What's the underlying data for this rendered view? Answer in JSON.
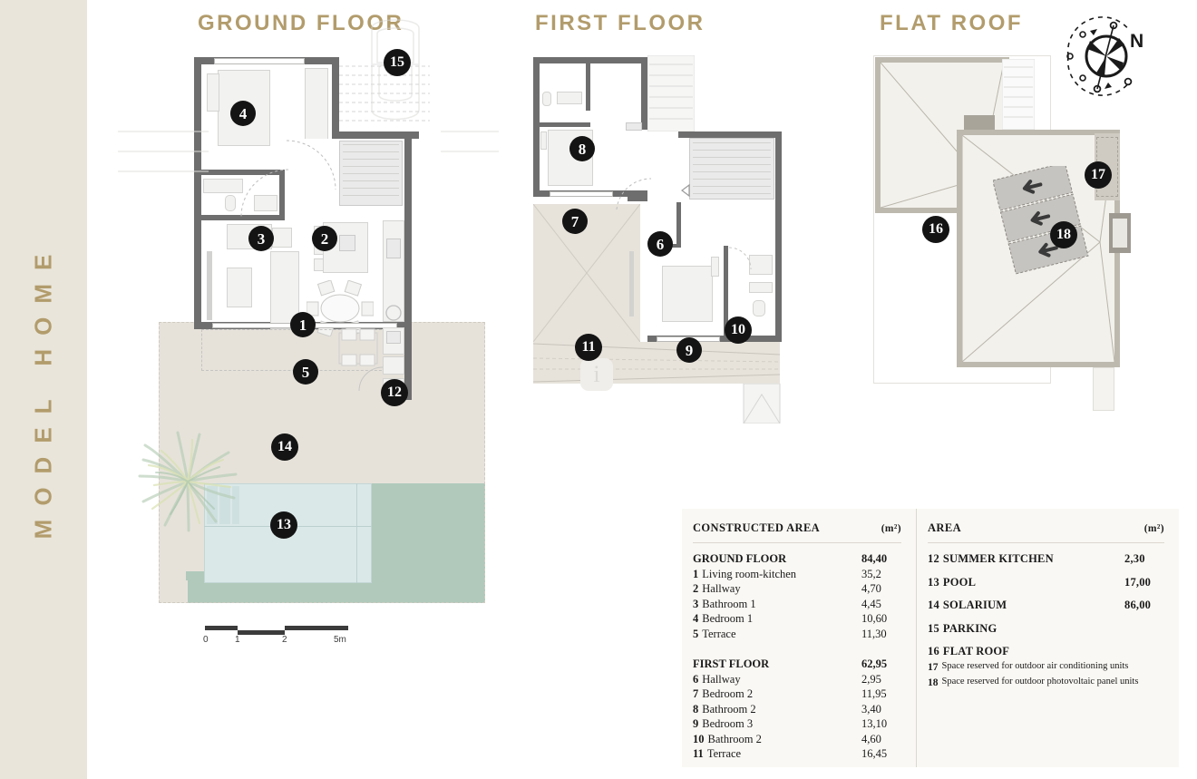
{
  "side_band": {
    "text": "MODEL HOME"
  },
  "titles": {
    "ground": "GROUND FLOOR",
    "first": "FIRST FLOOR",
    "roof": "FLAT ROOF"
  },
  "compass": {
    "north_label": "N"
  },
  "scale": {
    "ticks": [
      "0",
      "1",
      "2",
      "5m"
    ]
  },
  "badges": {
    "n1": "1",
    "n2": "2",
    "n3": "3",
    "n4": "4",
    "n5": "5",
    "n6": "6",
    "n7": "7",
    "n8": "8",
    "n9": "9",
    "n10": "10",
    "n11": "11",
    "n12": "12",
    "n13": "13",
    "n14": "14",
    "n15": "15",
    "n16": "16",
    "n17": "17",
    "n18": "18"
  },
  "table": {
    "left": {
      "header": "CONSTRUCTED AREA",
      "unit": "(m²)",
      "groups": [
        {
          "title": "GROUND FLOOR",
          "total": "84,40",
          "items": [
            {
              "num": "1",
              "label": "Living room-kitchen",
              "value": "35,2"
            },
            {
              "num": "2",
              "label": "Hallway",
              "value": "4,70"
            },
            {
              "num": "3",
              "label": "Bathroom 1",
              "value": "4,45"
            },
            {
              "num": "4",
              "label": "Bedroom 1",
              "value": "10,60"
            },
            {
              "num": "5",
              "label": "Terrace",
              "value": "11,30"
            }
          ]
        },
        {
          "title": "FIRST FLOOR",
          "total": "62,95",
          "items": [
            {
              "num": "6",
              "label": "Hallway",
              "value": "2,95"
            },
            {
              "num": "7",
              "label": "Bedroom 2",
              "value": "11,95"
            },
            {
              "num": "8",
              "label": "Bathroom 2",
              "value": "3,40"
            },
            {
              "num": "9",
              "label": "Bedroom 3",
              "value": "13,10"
            },
            {
              "num": "10",
              "label": "Bathroom 2",
              "value": "4,60"
            },
            {
              "num": "11",
              "label": "Terrace",
              "value": "16,45"
            }
          ]
        }
      ]
    },
    "right": {
      "header": "AREA",
      "unit": "(m²)",
      "items": [
        {
          "num": "12",
          "label": "SUMMER KITCHEN",
          "value": "2,30"
        },
        {
          "num": "13",
          "label": "POOL",
          "value": "17,00"
        },
        {
          "num": "14",
          "label": "SOLARIUM",
          "value": "86,00"
        },
        {
          "num": "15",
          "label": "PARKING",
          "value": ""
        },
        {
          "num": "16",
          "label": "FLAT ROOF",
          "value": ""
        }
      ],
      "notes": [
        {
          "num": "17",
          "label": "Space reserved for outdoor air conditioning units"
        },
        {
          "num": "18",
          "label": "Space reserved for outdoor photovoltaic panel units"
        }
      ]
    }
  },
  "colors": {
    "gold": "#b29c6c",
    "band": "#e9e5da",
    "solarium": "#e6e2da",
    "pool": "#dbe8e8",
    "green": "#b0c9ba",
    "wall": "#6e6e6e",
    "table_bg": "#faf8f4"
  }
}
